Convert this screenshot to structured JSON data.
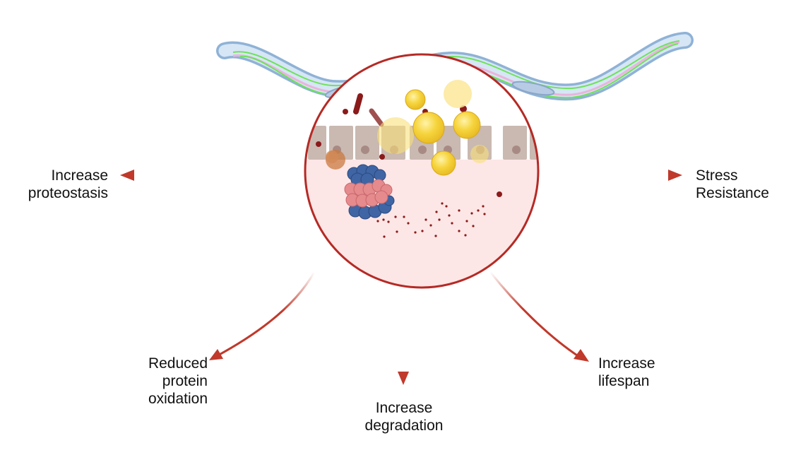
{
  "diagram": {
    "subject": "C. elegans worm with zoomed intestinal section",
    "zoom_panel": {
      "description": "Intestinal epithelium with bacteria, lipid droplets, protein aggregate and scattered particles"
    },
    "outcomes": [
      {
        "id": "increase-proteostasis",
        "lines": [
          "Increase",
          "proteostasis"
        ],
        "direction": "left"
      },
      {
        "id": "stress-resistance",
        "lines": [
          "Stress",
          "Resistance"
        ],
        "direction": "right"
      },
      {
        "id": "reduced-protein-oxidation",
        "lines": [
          "Reduced",
          "protein",
          "oxidation"
        ],
        "direction": "down-left"
      },
      {
        "id": "increase-degradation",
        "lines": [
          "Increase",
          "degradation"
        ],
        "direction": "down"
      },
      {
        "id": "increase-lifespan",
        "lines": [
          "Increase",
          "lifespan"
        ],
        "direction": "down-right"
      }
    ],
    "colors": {
      "arrow": "#c0392b",
      "circle_border": "#b52a25",
      "circle_fill": "#fde6e6",
      "worm_body": "#a9c6e2",
      "worm_nerve": "#6ee25a",
      "worm_gut": "#eab4dc",
      "lipid": "#f4cf3a",
      "cell": "#c9b9b1",
      "nucleus": "#a88a84",
      "aggregate_blue": "#3f65a4",
      "aggregate_pink": "#e58a8d",
      "particle": "#8b1a1a"
    }
  }
}
